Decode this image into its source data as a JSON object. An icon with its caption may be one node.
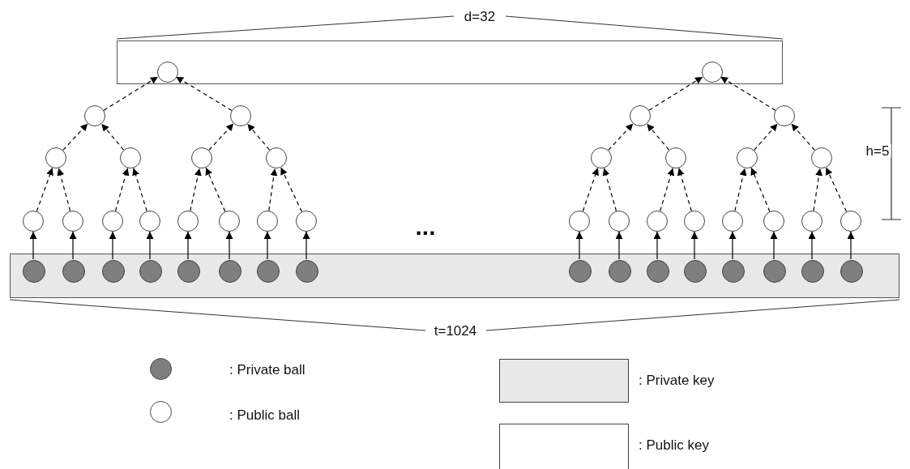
{
  "diagram": {
    "nodes": [
      {
        "text": [],
        "shape": "box"
      },
      {
        "text": [],
        "shape": "circle",
        "in": 0
      },
      {
        "text": [],
        "shape": "circle",
        "in": 0
      },
      {
        "text": [],
        "shape": "circle"
      },
      {
        "text": [],
        "shape": "circle"
      },
      {
        "text": [],
        "shape": "circle"
      },
      {
        "text": [],
        "shape": "circle"
      },
      {
        "text": [],
        "shape": "circle"
      },
      {
        "text": [],
        "shape": "circle"
      },
      {
        "text": [],
        "shape": "circle"
      },
      {
        "text": [],
        "shape": "circle"
      },
      {
        "text": [],
        "shape": "circle"
      },
      {
        "text": [],
        "shape": "circle"
      },
      {
        "text": [],
        "shape": "circle"
      },
      {
        "text": [],
        "shape": "circle"
      },
      {
        "text": [],
        "shape": "circle"
      },
      {
        "text": [],
        "shape": "circle"
      },
      {
        "text": [],
        "shape": "circle"
      },
      {
        "text": [],
        "shape": "circle"
      },
      {
        "text": [],
        "shape": "circle"
      },
      {
        "text": [],
        "shape": "circle"
      },
      {
        "text": [],
        "shape": "circle"
      },
      {
        "text": [],
        "shape": "circle"
      },
      {
        "text": [],
        "shape": "circle"
      },
      {
        "text": [],
        "shape": "circle"
      },
      {
        "text": [],
        "shape": "circle"
      },
      {
        "text": [],
        "shape": "circle"
      },
      {
        "text": [],
        "shape": "circle"
      },
      {
        "text": [],
        "shape": "circle"
      },
      {
        "text": [],
        "shape": "circle"
      },
      {
        "text": [],
        "shape": "circle"
      },
      {
        "text": [],
        "shape": "bar"
      },
      {
        "text": [],
        "shape": "circle",
        "in": 31
      },
      {
        "text": [],
        "shape": "circle",
        "in": 31
      },
      {
        "text": [],
        "shape": "circle",
        "in": 31
      },
      {
        "text": [],
        "shape": "circle",
        "in": 31
      },
      {
        "text": [],
        "shape": "circle",
        "in": 31
      },
      {
        "text": [],
        "shape": "circle",
        "in": 31
      },
      {
        "text": [],
        "shape": "circle",
        "in": 31
      },
      {
        "text": [],
        "shape": "circle",
        "in": 31
      },
      {
        "text": [],
        "shape": "circle",
        "in": 31
      },
      {
        "text": [],
        "shape": "circle",
        "in": 31
      },
      {
        "text": [],
        "shape": "circle",
        "in": 31
      },
      {
        "text": [],
        "shape": "circle",
        "in": 31
      },
      {
        "text": [],
        "shape": "circle",
        "in": 31
      },
      {
        "text": [],
        "shape": "circle",
        "in": 31
      },
      {
        "text": [],
        "shape": "circle",
        "in": 31
      },
      {
        "text": [],
        "shape": "circle",
        "in": 31
      }
    ],
    "edges": [
      {
        "from": 32,
        "to": 15,
        "arrow": "to"
      },
      {
        "from": 33,
        "to": 16,
        "arrow": "to"
      },
      {
        "from": 34,
        "to": 17,
        "arrow": "to"
      },
      {
        "from": 35,
        "to": 18,
        "arrow": "to"
      },
      {
        "from": 36,
        "to": 19,
        "arrow": "to"
      },
      {
        "from": 37,
        "to": 20,
        "arrow": "to"
      },
      {
        "from": 38,
        "to": 21,
        "arrow": "to"
      },
      {
        "from": 39,
        "to": 22,
        "arrow": "to"
      },
      {
        "from": 40,
        "to": 23,
        "arrow": "to"
      },
      {
        "from": 41,
        "to": 24,
        "arrow": "to"
      },
      {
        "from": 42,
        "to": 25,
        "arrow": "to"
      },
      {
        "from": 43,
        "to": 26,
        "arrow": "to"
      },
      {
        "from": 44,
        "to": 27,
        "arrow": "to"
      },
      {
        "from": 45,
        "to": 28,
        "arrow": "to"
      },
      {
        "from": 46,
        "to": 29,
        "arrow": "to"
      },
      {
        "from": 47,
        "to": 30,
        "arrow": "to"
      },
      {
        "from": 15,
        "to": 7,
        "arrow": "to",
        "style": "dashed"
      },
      {
        "from": 16,
        "to": 7,
        "arrow": "to",
        "style": "dashed"
      },
      {
        "from": 17,
        "to": 8,
        "arrow": "to",
        "style": "dashed"
      },
      {
        "from": 18,
        "to": 8,
        "arrow": "to",
        "style": "dashed"
      },
      {
        "from": 19,
        "to": 9,
        "arrow": "to",
        "style": "dashed"
      },
      {
        "from": 20,
        "to": 9,
        "arrow": "to",
        "style": "dashed"
      },
      {
        "from": 21,
        "to": 10,
        "arrow": "to",
        "style": "dashed"
      },
      {
        "from": 22,
        "to": 10,
        "arrow": "to",
        "style": "dashed"
      },
      {
        "from": 23,
        "to": 11,
        "arrow": "to",
        "style": "dashed"
      },
      {
        "from": 24,
        "to": 11,
        "arrow": "to",
        "style": "dashed"
      },
      {
        "from": 25,
        "to": 12,
        "arrow": "to",
        "style": "dashed"
      },
      {
        "from": 26,
        "to": 12,
        "arrow": "to",
        "style": "dashed"
      },
      {
        "from": 27,
        "to": 13,
        "arrow": "to",
        "style": "dashed"
      },
      {
        "from": 28,
        "to": 13,
        "arrow": "to",
        "style": "dashed"
      },
      {
        "from": 29,
        "to": 14,
        "arrow": "to",
        "style": "dashed"
      },
      {
        "from": 30,
        "to": 14,
        "arrow": "to",
        "style": "dashed"
      },
      {
        "from": 7,
        "to": 3,
        "arrow": "to",
        "style": "dashed"
      },
      {
        "from": 8,
        "to": 3,
        "arrow": "to",
        "style": "dashed"
      },
      {
        "from": 9,
        "to": 4,
        "arrow": "to",
        "style": "dashed"
      },
      {
        "from": 10,
        "to": 4,
        "arrow": "to",
        "style": "dashed"
      },
      {
        "from": 11,
        "to": 5,
        "arrow": "to",
        "style": "dashed"
      },
      {
        "from": 12,
        "to": 5,
        "arrow": "to",
        "style": "dashed"
      },
      {
        "from": 13,
        "to": 6,
        "arrow": "to",
        "style": "dashed"
      },
      {
        "from": 14,
        "to": 6,
        "arrow": "to",
        "style": "dashed"
      },
      {
        "from": 3,
        "to": 1,
        "arrow": "to",
        "style": "dashed"
      },
      {
        "from": 4,
        "to": 1,
        "arrow": "to",
        "style": "dashed"
      },
      {
        "from": 5,
        "to": 2,
        "arrow": "to",
        "style": "dashed"
      },
      {
        "from": 6,
        "to": 2,
        "arrow": "to",
        "style": "dashed"
      }
    ],
    "labels": [
      "d=32",
      "...",
      "h=5",
      "t=1024"
    ],
    "legend": [
      {
        "text": ": Private ball",
        "color": "#7f7f7f"
      },
      {
        "text": ": Public ball",
        "color": "#ffffff"
      },
      {
        "text": ": Private key",
        "color": "#e8e8e8"
      },
      {
        "text": ": Public key",
        "color": "#ffffff"
      }
    ]
  }
}
